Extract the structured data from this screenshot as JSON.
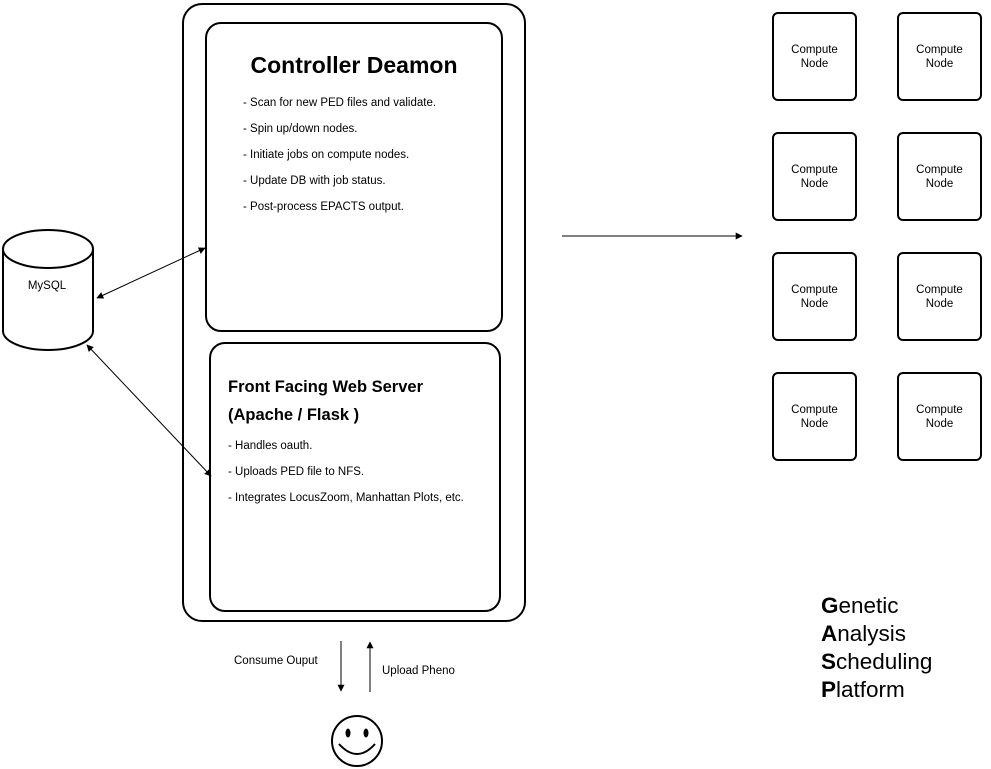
{
  "mysql": {
    "label": "MySQL"
  },
  "controller": {
    "title": "Controller Deamon",
    "bullets": [
      "- Scan for new PED files and validate.",
      "- Spin up/down nodes.",
      "- Initiate jobs on compute nodes.",
      "- Update DB with job status.",
      "- Post-process EPACTS output."
    ]
  },
  "web_server": {
    "title_line1": "Front Facing Web Server",
    "title_line2": "(Apache / Flask )",
    "bullets": [
      "- Handles oauth.",
      "- Uploads PED file to NFS.",
      "- Integrates LocusZoom, Manhattan Plots, etc."
    ]
  },
  "compute_nodes": [
    {
      "line1": "Compute",
      "line2": "Node"
    },
    {
      "line1": "Compute",
      "line2": "Node"
    },
    {
      "line1": "Compute",
      "line2": "Node"
    },
    {
      "line1": "Compute",
      "line2": "Node"
    },
    {
      "line1": "Compute",
      "line2": "Node"
    },
    {
      "line1": "Compute",
      "line2": "Node"
    },
    {
      "line1": "Compute",
      "line2": "Node"
    },
    {
      "line1": "Compute",
      "line2": "Node"
    }
  ],
  "user_flow": {
    "consume_label": "Consume Ouput",
    "upload_label": "Upload Pheno"
  },
  "acronym": {
    "lines": [
      {
        "initial": "G",
        "rest": "enetic"
      },
      {
        "initial": "A",
        "rest": "nalysis"
      },
      {
        "initial": "S",
        "rest": "cheduling"
      },
      {
        "initial": "P",
        "rest": "latform"
      }
    ]
  },
  "icons": {
    "user": "smiley-face-icon",
    "database": "database-cylinder-icon"
  }
}
